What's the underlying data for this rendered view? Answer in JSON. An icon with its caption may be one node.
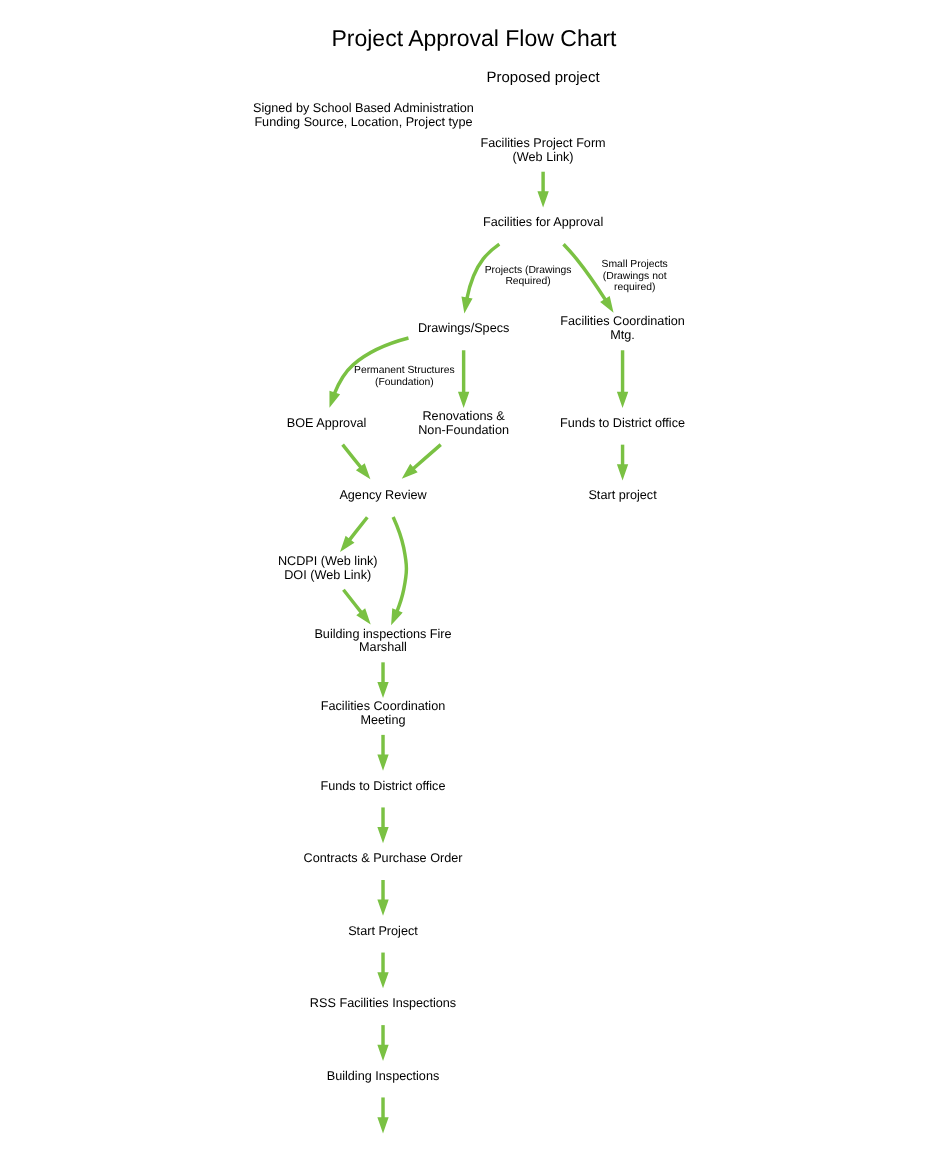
{
  "diagram": {
    "title": "Project Approval Flow Chart",
    "nodes": [
      {
        "text": [
          "Facilities Project Form (Web Link)"
        ],
        "beside": [
          "Signed by School Based Administration Funding Source, Location, Project type"
        ]
      },
      {
        "text": [
          "Facilities for Approval"
        ]
      },
      {
        "text": [
          "Drawings/Specs"
        ]
      },
      {
        "text": [
          "Facilities Coordination Mtg."
        ]
      },
      {
        "text": [
          "Funds to District office"
        ]
      },
      {
        "text": [
          "Start project"
        ]
      },
      {
        "text": [
          "BOE Approval"
        ]
      },
      {
        "text": [
          "Renovations & Non-Foundation"
        ]
      },
      {
        "text": [
          "Agency Review"
        ]
      },
      {
        "text": [
          "NCDPI (Web link)",
          "DOI (Web Link)"
        ]
      },
      {
        "text": [
          "Building inspections Fire Marshall"
        ]
      },
      {
        "text": [
          "Facilities Coordination Meeting"
        ]
      },
      {
        "text": [
          "Funds to District office"
        ]
      },
      {
        "text": [
          "Contracts & Purchase Order"
        ]
      },
      {
        "text": [
          "Start Project"
        ]
      },
      {
        "text": [
          "RSS Facilities Inspections"
        ]
      },
      {
        "text": [
          "Building Inspections"
        ]
      }
    ],
    "edges": [
      {
        "from": 0,
        "to": 1,
        "arrow": "to"
      },
      {
        "from": 1,
        "to": 2,
        "arrow": "to",
        "label": "Projects (Drawings Required)"
      },
      {
        "from": 1,
        "to": 3,
        "arrow": "to",
        "label": "Small Projects (Drawings not required)"
      },
      {
        "from": 3,
        "to": 4,
        "arrow": "to"
      },
      {
        "from": 4,
        "to": 5,
        "arrow": "to"
      },
      {
        "from": 2,
        "to": 7,
        "arrow": "to"
      },
      {
        "from": 2,
        "to": 6,
        "arrow": "to",
        "label": "Permanent Structures (Foundation)"
      },
      {
        "from": 7,
        "to": 8,
        "arrow": "to"
      },
      {
        "from": 6,
        "to": 8,
        "arrow": "to"
      },
      {
        "from": 8,
        "to": 9,
        "arrow": "to"
      },
      {
        "from": 8,
        "to": 10,
        "arrow": "to"
      },
      {
        "from": 9,
        "to": 10,
        "arrow": "to"
      },
      {
        "from": 10,
        "to": 11,
        "arrow": "to"
      },
      {
        "from": 11,
        "to": 12,
        "arrow": "to"
      },
      {
        "from": 12,
        "to": 13,
        "arrow": "to"
      },
      {
        "from": 13,
        "to": 14,
        "arrow": "to"
      },
      {
        "from": 14,
        "to": 15,
        "arrow": "to"
      },
      {
        "from": 15,
        "to": 16,
        "arrow": "to"
      },
      {
        "from": 16,
        "to": null,
        "arrow": "to"
      }
    ],
    "labels": [
      "Proposed project"
    ]
  }
}
